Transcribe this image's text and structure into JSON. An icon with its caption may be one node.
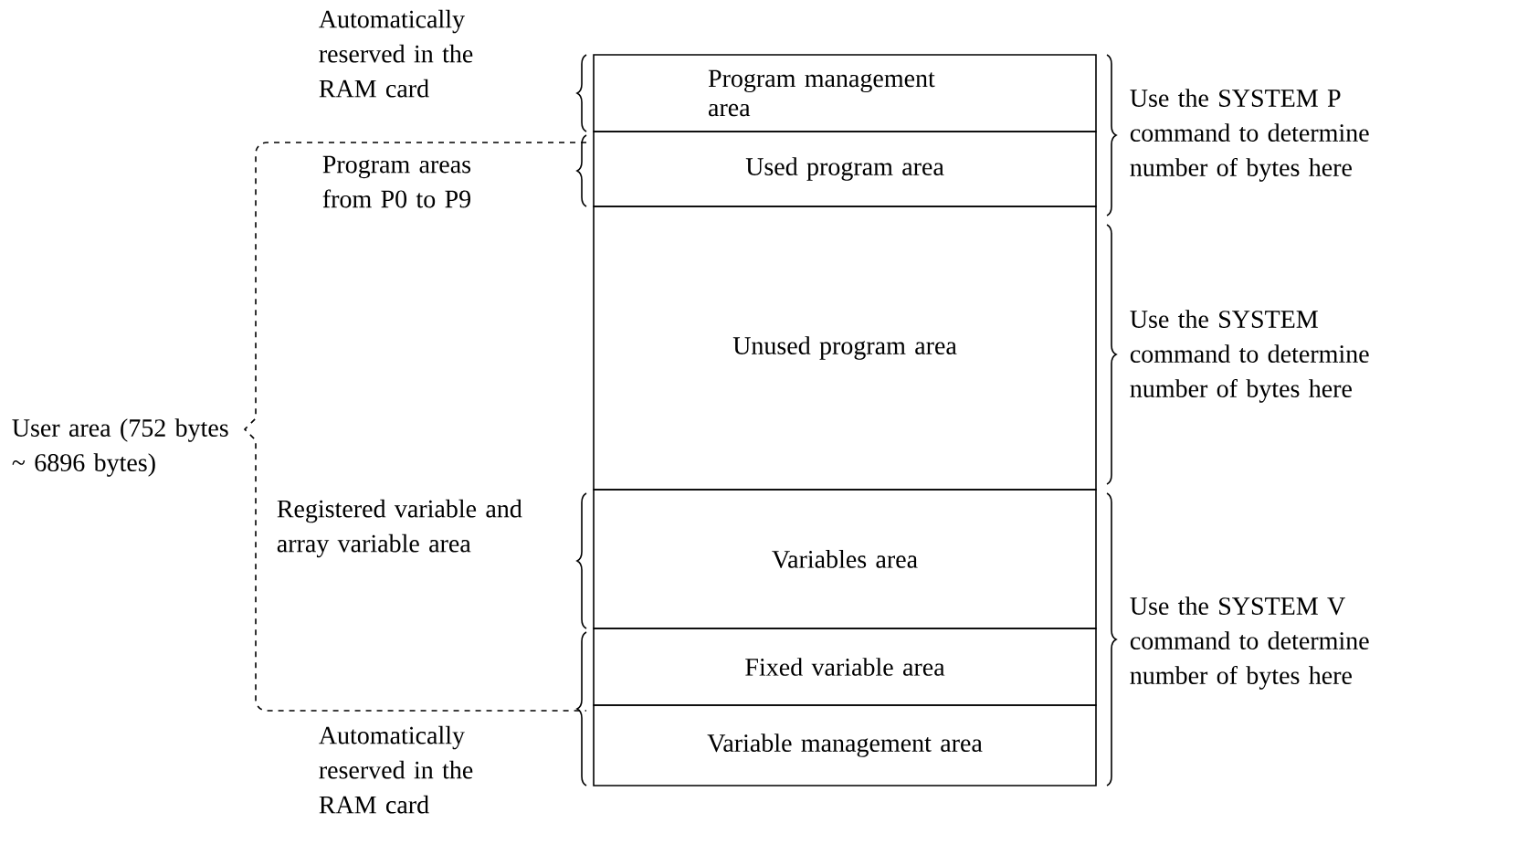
{
  "diagram": {
    "nodes": [
      {
        "text": [
          "Program management area"
        ]
      },
      {
        "text": [
          "Used program area"
        ]
      },
      {
        "text": [
          "Unused program area"
        ]
      },
      {
        "text": [
          "Variables area"
        ]
      },
      {
        "text": [
          "Fixed variable area"
        ]
      },
      {
        "text": [
          "Variable management area"
        ]
      }
    ],
    "labels": [
      "Automatically reserved in the RAM card",
      "Use the SYSTEM P command to determine number of bytes here",
      "Program areas from P0 to P9",
      "Use the SYSTEM command to determine number of bytes here",
      "User area (752 bytes ~ 6896 bytes)",
      "Registered variable and array variable area",
      "Use the SYSTEM V command to determine number of bytes here",
      "Automatically reserved in the RAM card"
    ]
  }
}
